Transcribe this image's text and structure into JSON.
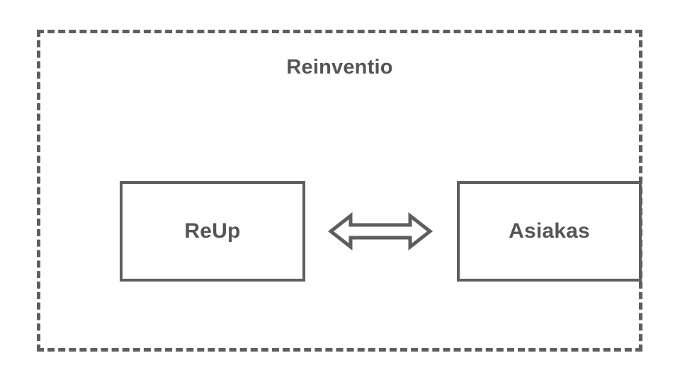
{
  "diagram": {
    "type": "context-boundary-diagram",
    "boundary": {
      "title": "Reinventio",
      "style": "dashed",
      "color": "#5e5e5e"
    },
    "nodes": [
      {
        "id": "reup",
        "label": "ReUp"
      },
      {
        "id": "asiakas",
        "label": "Asiakas"
      }
    ],
    "connector": {
      "name": "bidirectional-arrow",
      "from": "reup",
      "to": "asiakas",
      "direction": "both",
      "label": "",
      "color": "#5e5e5e"
    },
    "colors": {
      "stroke": "#5e5e5e",
      "text": "#555555",
      "background": "#ffffff"
    }
  }
}
